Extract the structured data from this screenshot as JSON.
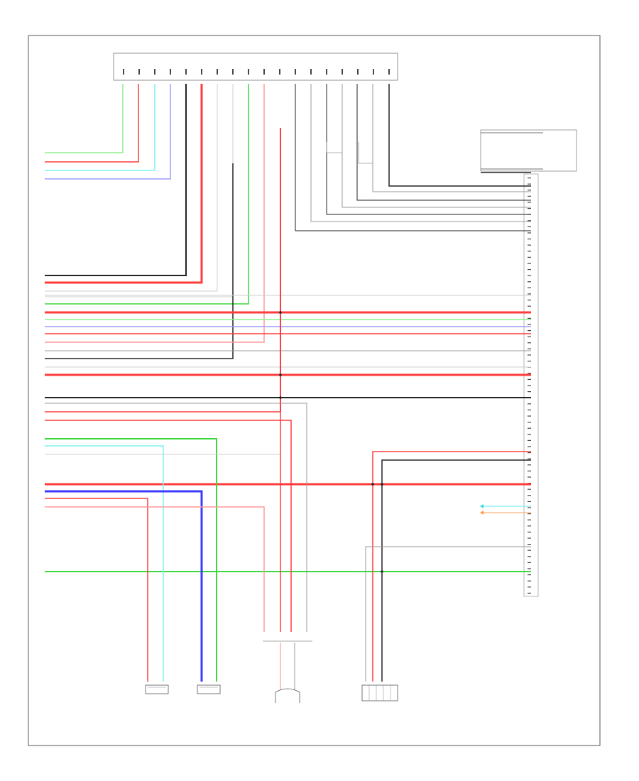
{
  "diagram": {
    "colors": {
      "red": "#ff3b3b",
      "pink": "#ff9a9a",
      "green": "#3bd83b",
      "light_green": "#8ef08e",
      "cyan": "#7ff2f2",
      "blue": "#3b3bff",
      "violet": "#9c9cff",
      "black": "#222222",
      "gray": "#9a9a9a",
      "light_gray": "#cfcfcf",
      "orange": "#ffb070",
      "frame": "#555555"
    },
    "footer_label": "",
    "bottom_center_label": "",
    "components": [
      {
        "id": "top-connector",
        "label": ""
      },
      {
        "id": "right-connector",
        "label": ""
      },
      {
        "id": "top-right-box",
        "label": ""
      },
      {
        "id": "right-rear-speaker",
        "label": ""
      },
      {
        "id": "left-rear-speaker",
        "label": ""
      },
      {
        "id": "mid-speakers",
        "label": ""
      },
      {
        "id": "right-bottom-connector",
        "label": ""
      }
    ]
  }
}
